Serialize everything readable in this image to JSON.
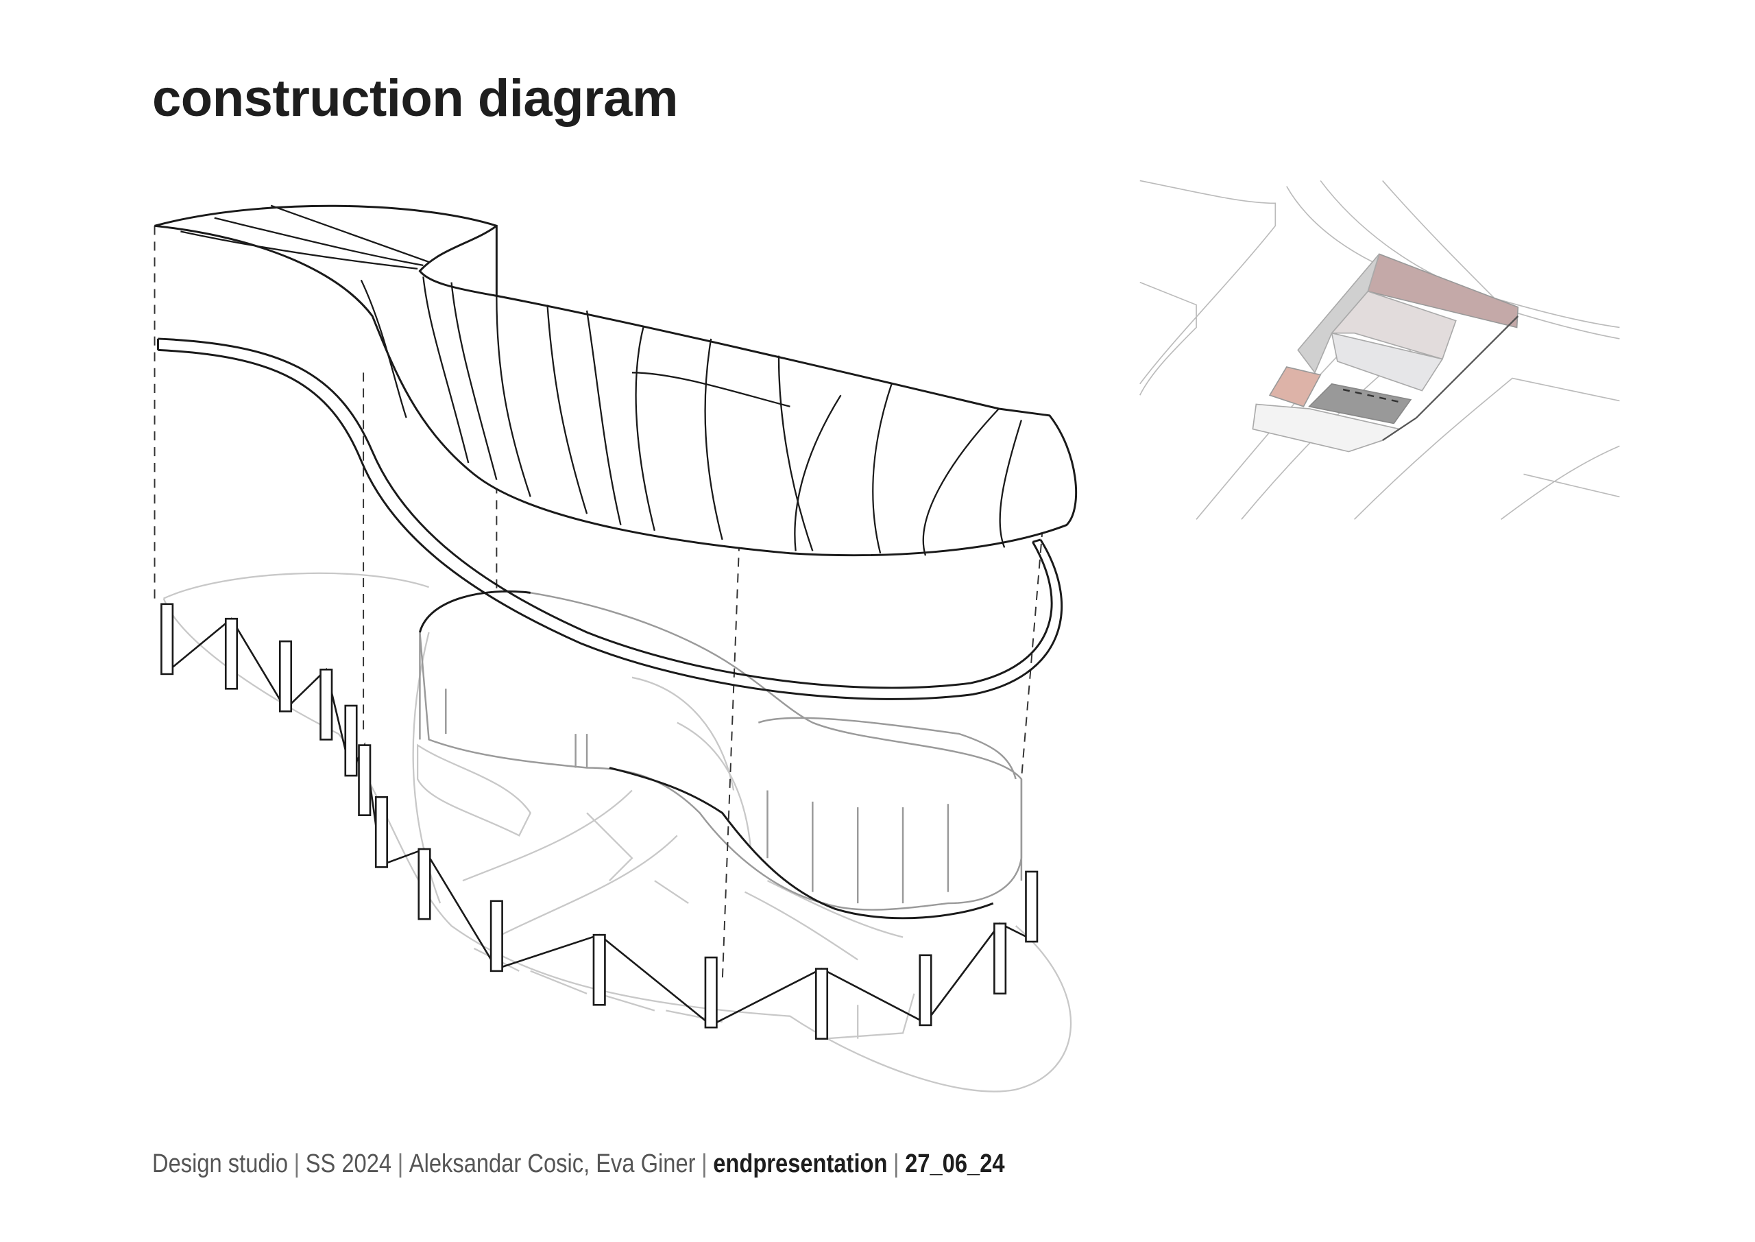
{
  "title": "construction diagram",
  "footer": {
    "course": "Design studio",
    "semester": "SS 2024",
    "authors": "Aleksandar Cosic, Eva Giner",
    "event": "endpresentation",
    "date": "27_06_24",
    "separator": "|"
  },
  "colors": {
    "roof_layer": "#c4a9a8",
    "terracotta_layer": "#ddb3a8",
    "concrete_dark": "#999999",
    "line": "#1a1a1a",
    "ghost_line": "#c8c8c8"
  }
}
